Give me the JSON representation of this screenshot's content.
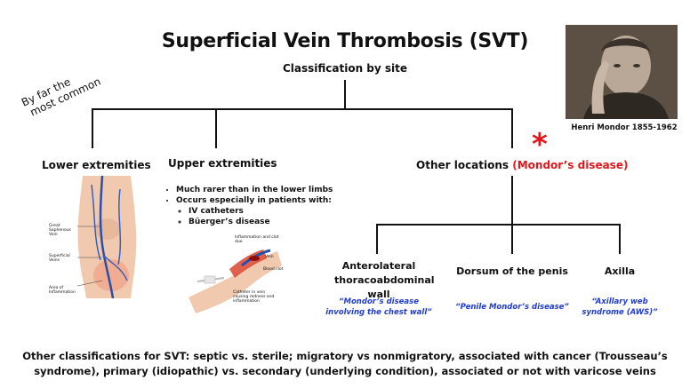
{
  "title": "Superficial Vein Thrombosis (SVT)",
  "subtitle": "Classification by site",
  "annotation": [
    "By far the",
    "most common"
  ],
  "categories": {
    "lower": "Lower extremities",
    "upper": "Upper extremities",
    "other": "Other locations",
    "other_highlight": "(Mondor’s disease)"
  },
  "upper_bullets": {
    "items": [
      "Much rarer than in the lower limbs",
      "Occurs especially in patients with:"
    ],
    "subitems": [
      "IV catheters",
      "Büerger’s disease"
    ]
  },
  "leg_labels": [
    "Great Saphenous Vein",
    "Superficial Veins",
    "Area of Inflammation"
  ],
  "arm_labels": [
    "Inflammation and clot due",
    "Vein",
    "Blood clot",
    "Catheter in vein causing redness and inflammation"
  ],
  "mondor_sites": [
    {
      "name": "Anterolateral thoracoabdominal wall",
      "quote": "“Mondor’s disease involving the chest wall”"
    },
    {
      "name": "Dorsum of the penis",
      "quote": "“Penile Mondor’s disease”"
    },
    {
      "name": "Axilla",
      "quote": "“Axillary web syndrome (AWS)”"
    }
  ],
  "photo_caption": "Henri Mondor 1855-1962",
  "star": "*",
  "footer": "Other classifications for SVT: septic vs. sterile; migratory vs nonmigratory, associated with cancer (Trousseau’s syndrome), primary (idiopathic) vs. secondary (underlying condition), associated or not with varicose veins",
  "colors": {
    "accent_red": "#e3171b",
    "quote_blue": "#1f3bd6"
  }
}
